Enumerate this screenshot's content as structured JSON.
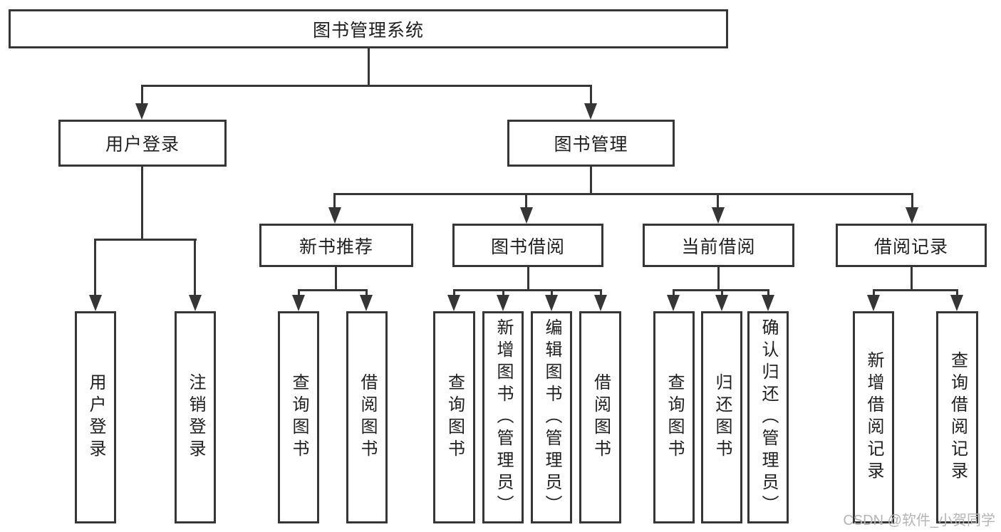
{
  "diagram": {
    "root": {
      "label": "图书管理系统"
    },
    "level2": [
      {
        "label": "用户登录"
      },
      {
        "label": "图书管理"
      }
    ],
    "level3": [
      {
        "label": "新书推荐"
      },
      {
        "label": "图书借阅"
      },
      {
        "label": "当前借阅"
      },
      {
        "label": "借阅记录"
      }
    ],
    "leaves": [
      {
        "label": "用户登录"
      },
      {
        "label": "注销登录"
      },
      {
        "label": "查询图书"
      },
      {
        "label": "借阅图书"
      },
      {
        "label": "查询图书"
      },
      {
        "label": "新增图书（管理员）"
      },
      {
        "label": "编辑图书（管理员）"
      },
      {
        "label": "借阅图书"
      },
      {
        "label": "查询图书"
      },
      {
        "label": "归还图书"
      },
      {
        "label": "确认归还（管理员）"
      },
      {
        "label": "新增借阅记录"
      },
      {
        "label": "查询借阅记录"
      }
    ]
  },
  "watermark": {
    "text": "CSDN @软件_小贺同学"
  },
  "colors": {
    "line": "#363636",
    "text": "#1f1f1f",
    "watermark": "#b5b5b5",
    "background": "#ffffff"
  }
}
